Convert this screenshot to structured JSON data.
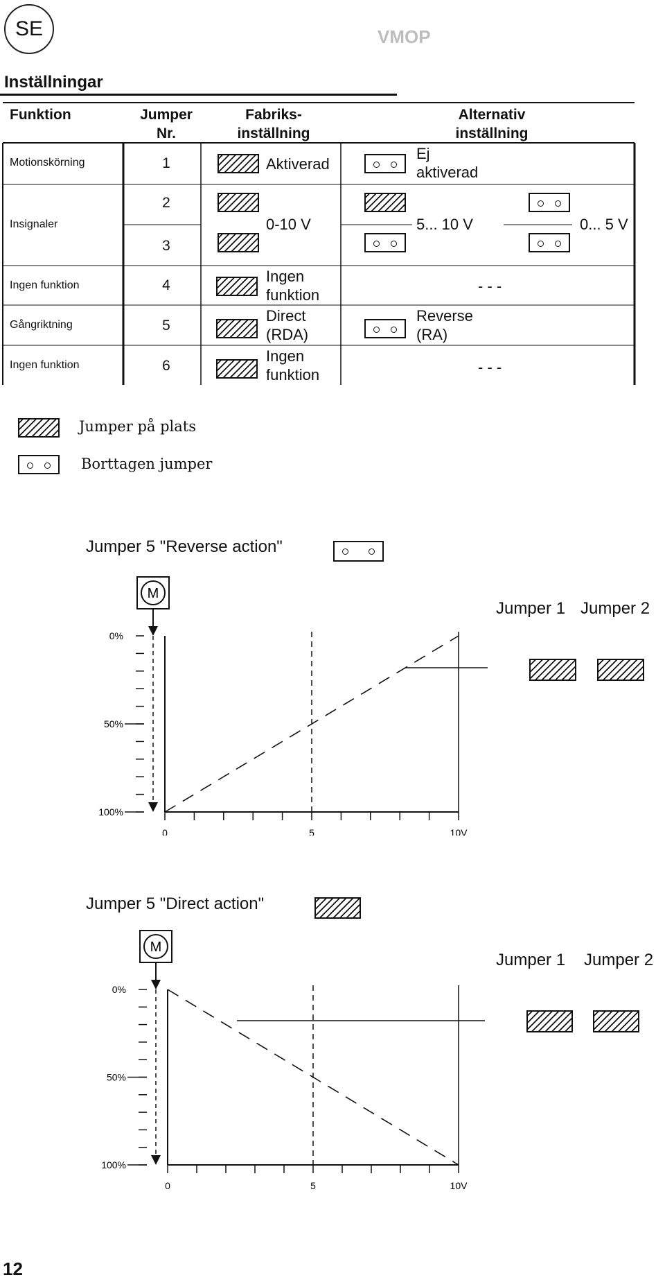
{
  "header": {
    "language_code": "SE",
    "model": "VMOP"
  },
  "section_title": "Inställningar",
  "table": {
    "headers": {
      "function": "Funktion",
      "jumper_line1": "Jumper",
      "jumper_line2": "Nr.",
      "factory_line1": "Fabriks-",
      "factory_line2": "inställning",
      "alt_line1": "Alternativ",
      "alt_line2": "inställning"
    },
    "rows": {
      "motion": {
        "function": "Motionskörning",
        "jumper": "1",
        "factory": "Aktiverad",
        "alt_line1": "Ej",
        "alt_line2": "aktiverad"
      },
      "input": {
        "function": "Insignaler",
        "jumper_a": "2",
        "jumper_b": "3",
        "factory": "0-10 V",
        "alt_a": "5... 10 V",
        "alt_b": "0... 5  V"
      },
      "nofunc1": {
        "function": "Ingen funktion",
        "jumper": "4",
        "factory_line1": "Ingen",
        "factory_line2": "funktion",
        "alt": "- - -"
      },
      "direction": {
        "function": "Gångriktning",
        "jumper": "5",
        "factory_line1": "Direct",
        "factory_line2": "(RDA)",
        "alt_line1": "Reverse",
        "alt_line2": "(RA)"
      },
      "nofunc2": {
        "function": "Ingen funktion",
        "jumper": "6",
        "factory_line1": "Ingen",
        "factory_line2": "funktion",
        "alt": "- - -"
      }
    }
  },
  "legend": {
    "placed": "Jumper på plats",
    "removed": "Borttagen jumper"
  },
  "diagrams": {
    "reverse": {
      "title": "Jumper 5 \"Reverse action\"",
      "motor": "M",
      "jumper1": "Jumper 1",
      "jumper2": "Jumper 2"
    },
    "direct": {
      "title": "Jumper 5 \"Direct action\"",
      "motor": "M",
      "jumper1": "Jumper 1",
      "jumper2": "Jumper 2"
    }
  },
  "chart_data": [
    {
      "type": "line",
      "title": "Jumper 5 \"Reverse action\"",
      "x_ticks": [
        "0",
        "5",
        "10V"
      ],
      "y_ticks": [
        "0%",
        "50%",
        "100%"
      ],
      "series": [
        {
          "x": [
            0,
            10
          ],
          "y": [
            100,
            0
          ]
        }
      ]
    },
    {
      "type": "line",
      "title": "Jumper 5 \"Direct action\"",
      "x_ticks": [
        "0",
        "5",
        "10V"
      ],
      "y_ticks": [
        "0%",
        "50%",
        "100%"
      ],
      "series": [
        {
          "x": [
            0,
            10
          ],
          "y": [
            0,
            100
          ]
        }
      ]
    }
  ],
  "page_number": "12"
}
